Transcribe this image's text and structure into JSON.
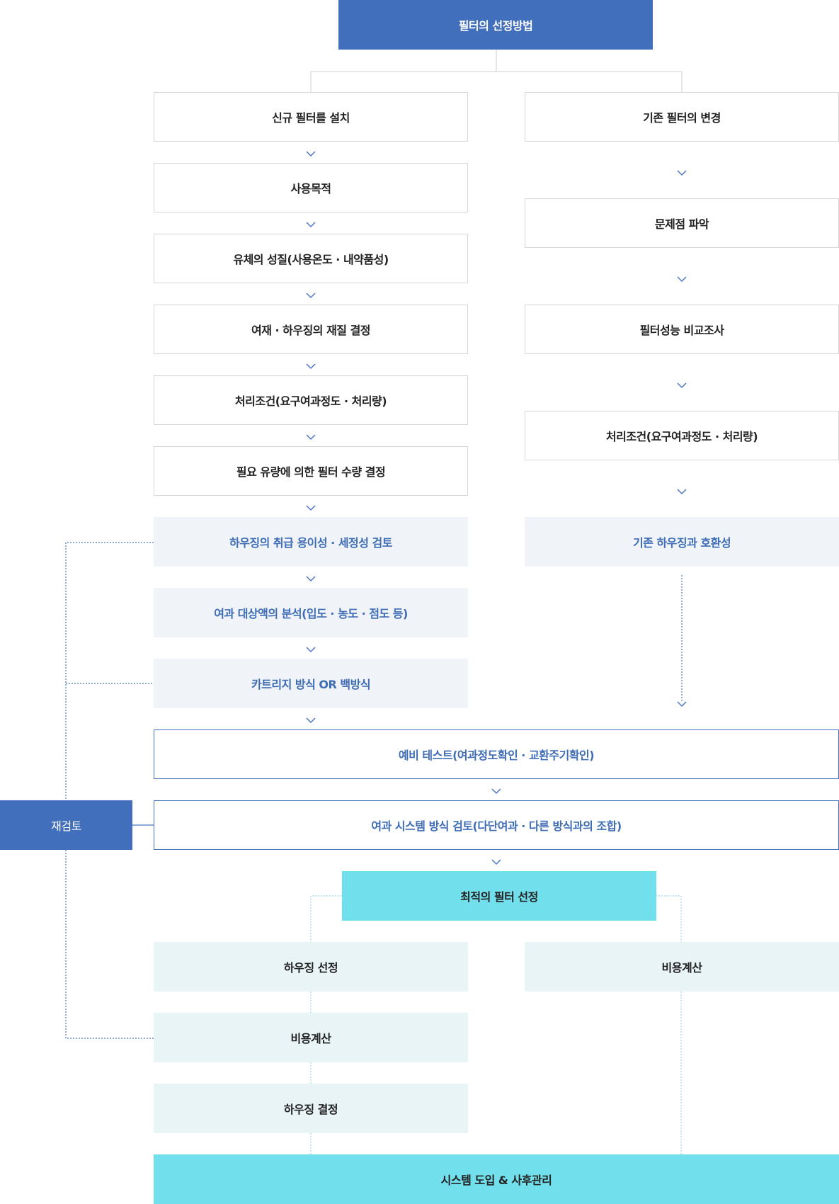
{
  "title": "필터의 선정방법",
  "left_branch": {
    "head": "신규 필터를 설치",
    "steps": [
      "사용목적",
      "유체의 성질(사용온도 · 내약품성)",
      "여재 · 하우징의 재질 결정",
      "처리조건(요구여과정도 · 처리량)",
      "필요 유량에 의한 필터 수량 결정"
    ],
    "review_steps": [
      "하우징의 취급 용이성 · 세정성 검토",
      "여과 대상액의 분석(입도 · 농도 · 점도 등)",
      "카트리지 방식 OR 백방식"
    ]
  },
  "right_branch": {
    "head": "기존 필터의 변경",
    "steps": [
      "문제점 파악",
      "필터성능 비교조사",
      "처리조건(요구여과정도 · 처리량)"
    ],
    "review_step": "기존 하우징과 호환성"
  },
  "shared": {
    "pre_test": "예비 테스트(여과정도확인 · 교환주기확인)",
    "system_review": "여과 시스템 방식 검토(다단여과 · 다른 방식과의 조합)",
    "optimal": "최적의 필터 선정"
  },
  "recheck": "재검토",
  "final_left": [
    "하우징 선정",
    "비용계산",
    "하우징 결정"
  ],
  "final_right": "비용계산",
  "final": "시스템 도입 & 사후관리",
  "colors": {
    "header_blue": "#416fbc",
    "accent_text_blue": "#3e6db5",
    "gray_box": "#f0f3f8",
    "cyan_box": "#72dfec",
    "light_cyan_box": "#e8f4f5",
    "border_gray": "#d7d7d7",
    "dotted_line": "#4a78c2",
    "light_dotted_line": "#9fd8e6"
  }
}
